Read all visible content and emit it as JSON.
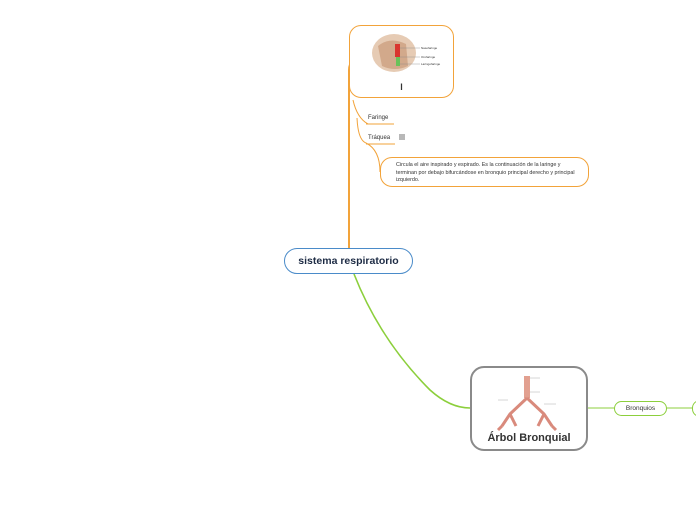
{
  "central": {
    "label": "sistema respiratorio"
  },
  "branch_orange": {
    "title": "l",
    "image_labels": [
      "Nasofaringe",
      "Orofaringe",
      "Laringofaringe"
    ],
    "items": [
      {
        "label": "Faringe"
      },
      {
        "label": "Tráquea",
        "icon": "note-lines-icon"
      }
    ],
    "note": "Circula el aire inspirado y espirado. Es la continuación de la laringe y terminan por debajo bifurcándose en bronquio principal derecho y principal izquierdo."
  },
  "branch_green": {
    "title": "Árbol Bronquial",
    "items": [
      {
        "label": "Bronquios"
      }
    ]
  },
  "colors": {
    "orange": "#f2a33a",
    "green": "#8ccf3c",
    "blue": "#4a8bc9",
    "gray": "#8a8a8a"
  }
}
